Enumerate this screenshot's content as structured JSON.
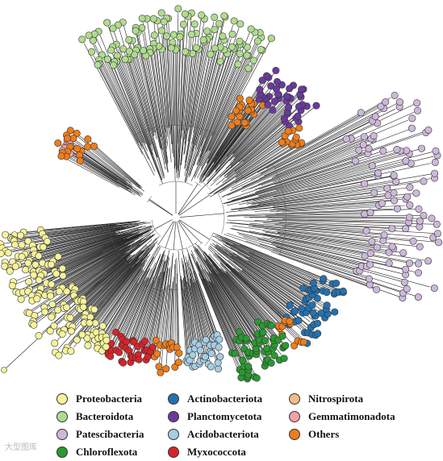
{
  "legend": {
    "items": [
      {
        "key": "proteobacteria",
        "label": "Proteobacteria",
        "color": "#f7f39a"
      },
      {
        "key": "actinobacteriota",
        "label": "Actinobacteriota",
        "color": "#2571b0"
      },
      {
        "key": "nitrospirota",
        "label": "Nitrospirota",
        "color": "#f2bd84"
      },
      {
        "key": "bacteroidota",
        "label": "Bacteroidota",
        "color": "#b0dc8e"
      },
      {
        "key": "planctomycetota",
        "label": "Planctomycetota",
        "color": "#6a3a9e"
      },
      {
        "key": "gemmatimonadota",
        "label": "Gemmatimonadota",
        "color": "#f2a1a8"
      },
      {
        "key": "patescibacteria",
        "label": "Patescibacteria",
        "color": "#cdb8da"
      },
      {
        "key": "acidobacteriota",
        "label": "Acidobacteriota",
        "color": "#a6cde2"
      },
      {
        "key": "others",
        "label": "Others",
        "color": "#ee7d1b"
      },
      {
        "key": "chloroflexota",
        "label": "Chloroflexota",
        "color": "#2a9a30"
      },
      {
        "key": "myxococcota",
        "label": "Myxococcota",
        "color": "#d8232a"
      }
    ]
  },
  "watermark": "大型图库"
}
